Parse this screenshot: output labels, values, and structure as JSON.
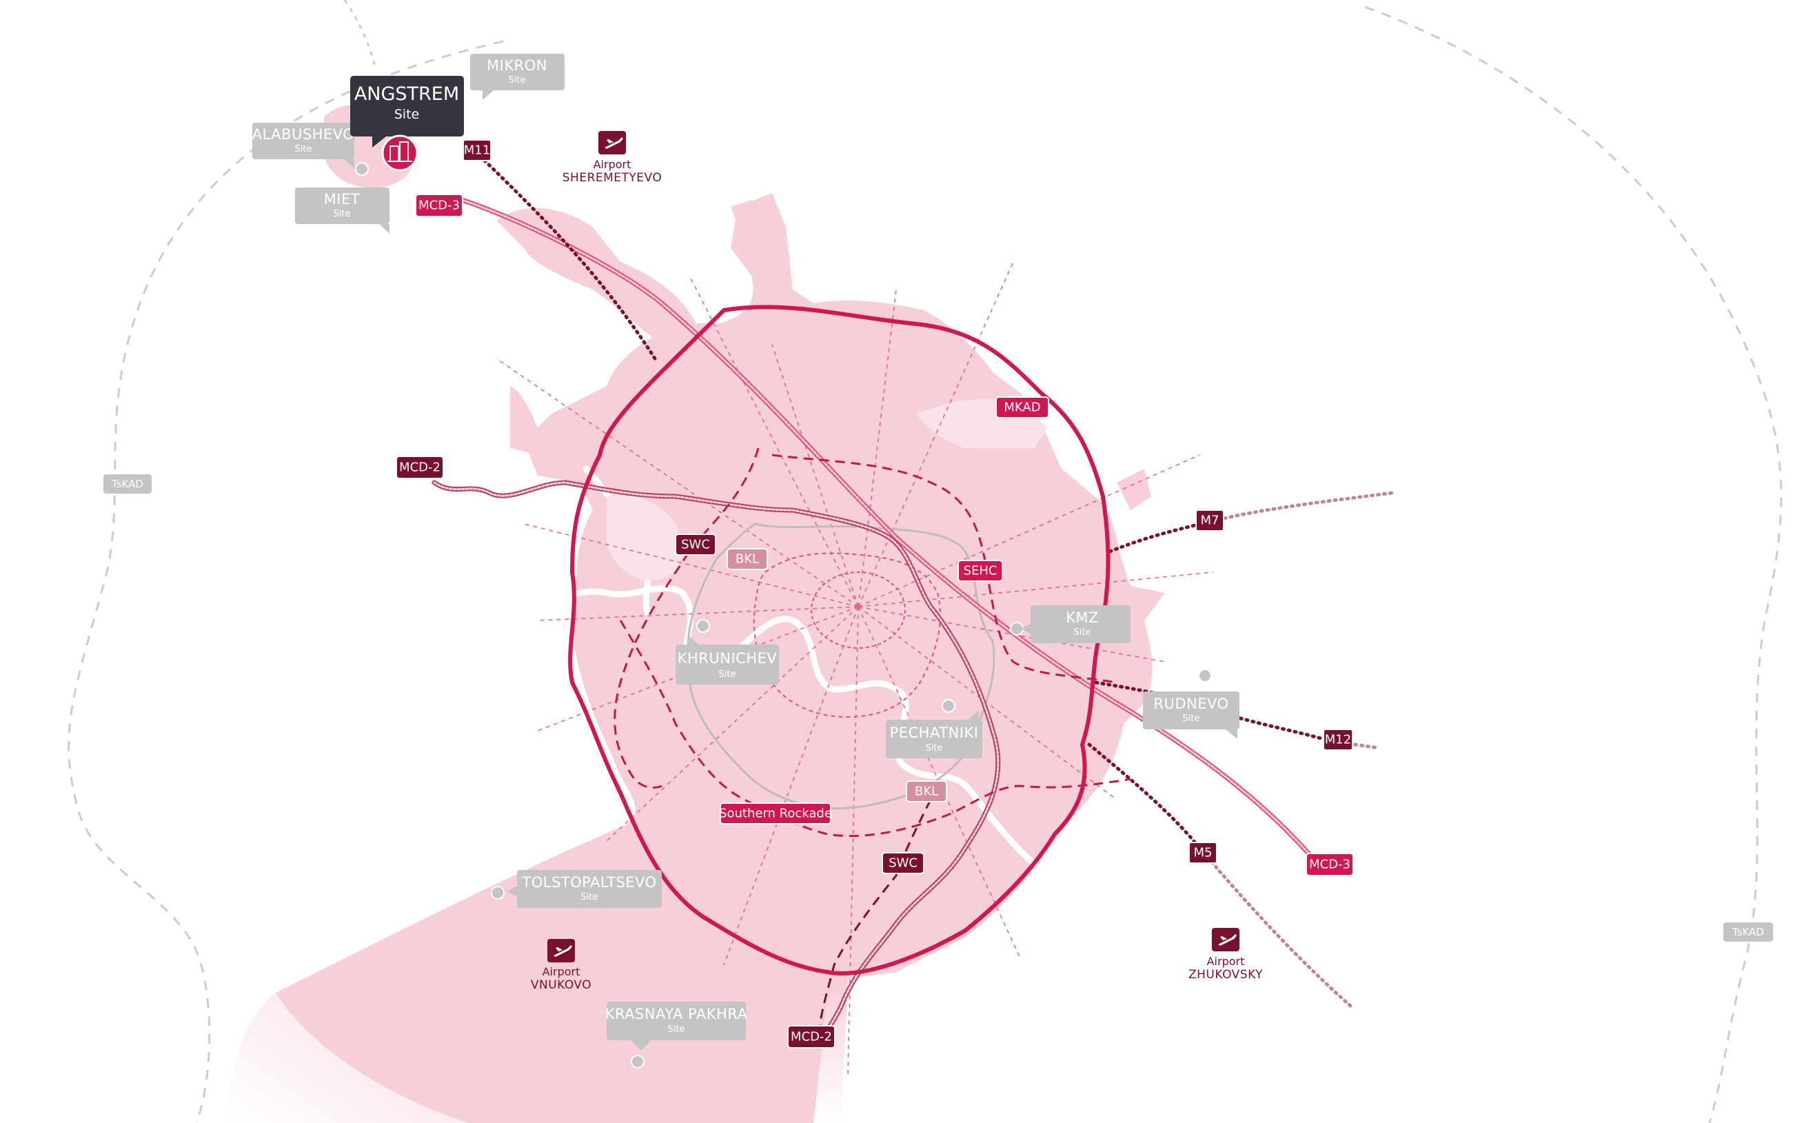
{
  "colors": {
    "urban_fill": "#f6cfd9",
    "mkad": "#d0174f",
    "dark_route": "#7a1030",
    "rail_pink": "#e0527a",
    "site_grey": "#c4c4c7",
    "hero": "#35353f",
    "ring_grey": "#cccccc"
  },
  "hero_site": {
    "name": "ANGSTREM",
    "sub": "Site",
    "icon": "factory-building-icon"
  },
  "sites": [
    {
      "id": "mikron",
      "name": "MIKRON",
      "sub": "Site"
    },
    {
      "id": "alabushevo",
      "name": "ALABUSHEVO",
      "sub": "Site"
    },
    {
      "id": "miet",
      "name": "MIET",
      "sub": "Site"
    },
    {
      "id": "khrunichev",
      "name": "KHRUNICHEV",
      "sub": "Site"
    },
    {
      "id": "pechatniki",
      "name": "PECHATNIKI",
      "sub": "Site"
    },
    {
      "id": "kmz",
      "name": "KMZ",
      "sub": "Site"
    },
    {
      "id": "rudnevo",
      "name": "RUDNEVO",
      "sub": "Site"
    },
    {
      "id": "tolstopaltsevo",
      "name": "TOLSTOPALTSEVO",
      "sub": "Site"
    },
    {
      "id": "krasnaya",
      "name": "KRASNAYA PAKHRA",
      "sub": "Site"
    }
  ],
  "airports": [
    {
      "id": "sheremetyevo",
      "label": "Airport",
      "name": "SHEREMETYEVO",
      "icon": "airplane-icon"
    },
    {
      "id": "vnukovo",
      "label": "Airport",
      "name": "VNUKOVO",
      "icon": "airplane-icon"
    },
    {
      "id": "zhukovsky",
      "label": "Airport",
      "name": "ZHUKOVSKY",
      "icon": "airplane-icon"
    }
  ],
  "routes": {
    "m11": "M11",
    "mcd3_nw": "MCD-3",
    "mcd2_w": "MCD-2",
    "mkad": "MKAD",
    "m7": "M7",
    "sehc": "SEHC",
    "swc_n": "SWC",
    "bkl_n": "BKL",
    "m12": "M12",
    "m5": "M5",
    "mcd3_se": "MCD-3",
    "bkl_s": "BKL",
    "southern": "Southern Rockade",
    "swc_s": "SWC",
    "mcd2_s": "MCD-2"
  },
  "tskad": {
    "west": "TsKAD",
    "east": "TsKAD"
  }
}
